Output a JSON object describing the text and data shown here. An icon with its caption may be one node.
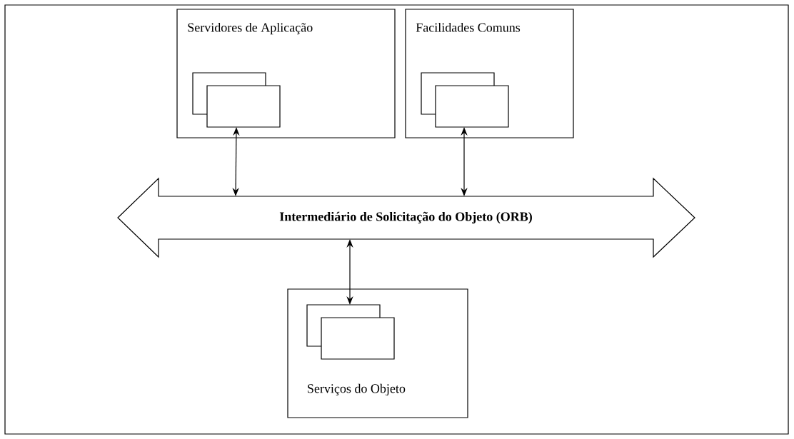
{
  "diagram": {
    "nodes": [
      {
        "text": [
          "Servidores de Aplicação"
        ]
      },
      {
        "text": [],
        "shape": "box",
        "in": 0
      },
      {
        "text": [],
        "shape": "box",
        "in": 0
      },
      {
        "text": [
          "Facilidades Comuns"
        ]
      },
      {
        "text": [],
        "shape": "box",
        "in": 3
      },
      {
        "text": [],
        "shape": "box",
        "in": 3
      },
      {
        "text": [
          "Intermediário de Solicitação do Objeto (ORB)"
        ]
      },
      {
        "text": [
          "Serviços do Objeto"
        ]
      },
      {
        "text": [],
        "shape": "box",
        "in": 7
      },
      {
        "text": [],
        "shape": "box",
        "in": 7
      }
    ],
    "edges": [
      {
        "from": 6,
        "to": 2,
        "arrow": "both"
      },
      {
        "from": 6,
        "to": 5,
        "arrow": "both"
      },
      {
        "from": 6,
        "to": 8,
        "arrow": "both"
      }
    ]
  }
}
